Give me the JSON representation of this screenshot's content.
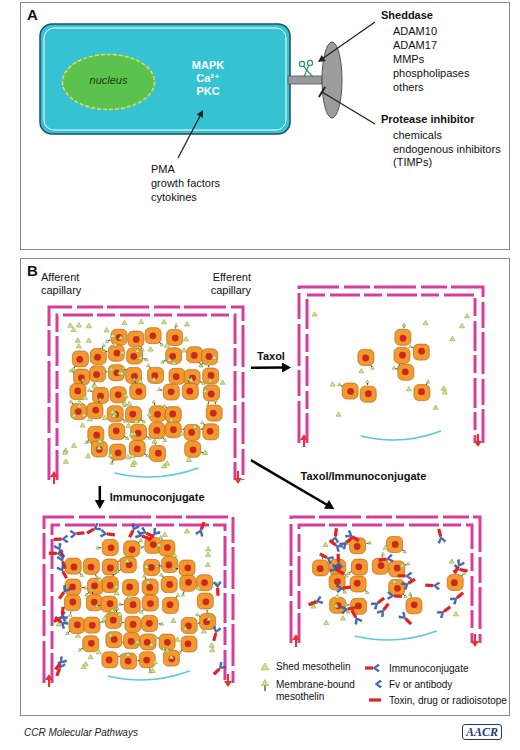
{
  "diagram": {
    "nodes": [
      {
        "text": [
          "A"
        ]
      },
      {
        "text": [
          "MAPK Ca²⁺ PKC"
        ],
        "in": 0
      },
      {
        "text": [
          "nucleus"
        ],
        "in": 1
      },
      {
        "text": [
          "B"
        ]
      },
      {
        "text": [
          "Afferent capillary",
          "Efferent capillary"
        ],
        "in": 3
      },
      {
        "text": [],
        "in": 3
      },
      {
        "text": [],
        "in": 3
      },
      {
        "text": [],
        "in": 3
      }
    ],
    "edges": [
      {
        "from": 4,
        "to": 5,
        "arrow": "to",
        "label": "Taxol"
      },
      {
        "from": 4,
        "to": 6,
        "arrow": "to",
        "label": "Immunoconjugate"
      },
      {
        "from": 4,
        "to": 7,
        "arrow": "to",
        "label": "Taxol/Immunoconjugate"
      }
    ],
    "labels": [
      "Sheddase",
      "ADAM10",
      "ADAM17",
      "MMPs",
      "phospholipases",
      "others",
      "Protease inhibitor",
      "chemicals",
      "endogenous inhibitors (TIMPs)",
      "PMA",
      "growth factors",
      "cytokines",
      "CCR Molecular Pathways",
      "AACR"
    ],
    "legend": [
      {
        "text": "Shed mesothelin"
      },
      {
        "text": "Membrane-bound mesothelin"
      },
      {
        "text": "Immunoconjugate"
      },
      {
        "text": "Fv or antibody"
      },
      {
        "text": "Toxin, drug or radioisotope"
      }
    ]
  }
}
